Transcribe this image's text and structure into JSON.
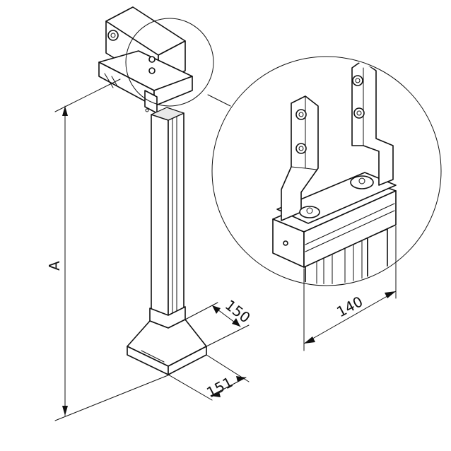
{
  "dimensions": {
    "height_label": "A",
    "base_width": "150",
    "base_depth": "151",
    "bracket_width": "140"
  }
}
